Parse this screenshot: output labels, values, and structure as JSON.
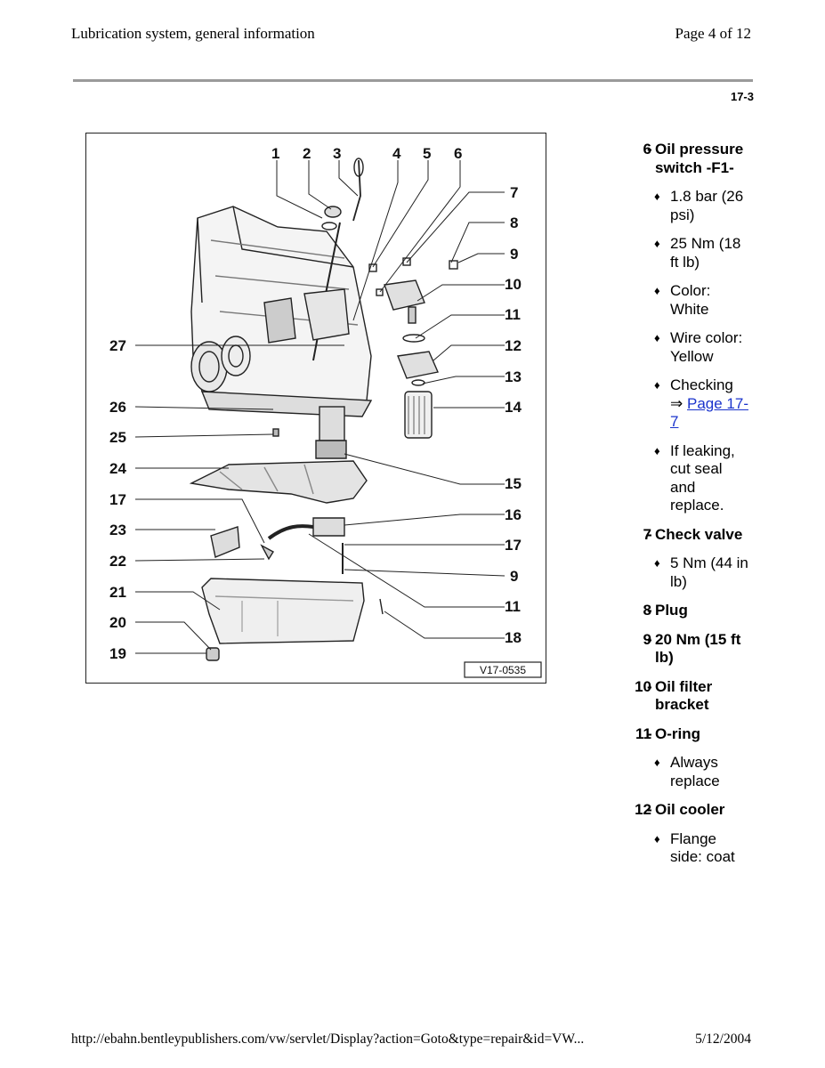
{
  "header": {
    "title": "Lubrication system, general information",
    "page": "Page 4 of 12"
  },
  "section_number": "17-3",
  "figure": {
    "code": "V17-0535",
    "labels_top": [
      "1",
      "2",
      "3",
      "4",
      "5",
      "6"
    ],
    "labels_right": [
      "7",
      "8",
      "9",
      "10",
      "11",
      "12",
      "13",
      "14",
      "15",
      "16",
      "17",
      "9",
      "11",
      "18"
    ],
    "labels_left": [
      "27",
      "26",
      "25",
      "24",
      "17",
      "23",
      "22",
      "21",
      "20",
      "19"
    ]
  },
  "legend": {
    "item6": {
      "num": "6",
      "title": "Oil pressure switch -F1-"
    },
    "item6_b1": "1.8 bar (26 psi)",
    "item6_b2": "25 Nm (18 ft lb)",
    "item6_b3": "Color: White",
    "item6_b4": "Wire color: Yellow",
    "item6_b5_prefix": "Checking",
    "item6_b5_arrow": "⇒",
    "item6_b5_link": "Page 17-7",
    "item6_b6": "If leaking, cut seal and replace.",
    "item7": {
      "num": "7",
      "title": "Check valve"
    },
    "item7_b1": "5 Nm (44 in lb)",
    "item8": {
      "num": "8",
      "title": "Plug"
    },
    "item9": {
      "num": "9",
      "title": "20 Nm (15 ft lb)"
    },
    "item10": {
      "num": "10",
      "title": "Oil filter bracket"
    },
    "item11": {
      "num": "11",
      "title": "O-ring"
    },
    "item11_b1": "Always replace",
    "item12": {
      "num": "12",
      "title": "Oil cooler"
    },
    "item12_b1": "Flange side: coat",
    "dash": "-",
    "bullet": "♦"
  },
  "footer": {
    "url": "http://ebahn.bentleypublishers.com/vw/servlet/Display?action=Goto&type=repair&id=VW...",
    "date": "5/12/2004"
  }
}
